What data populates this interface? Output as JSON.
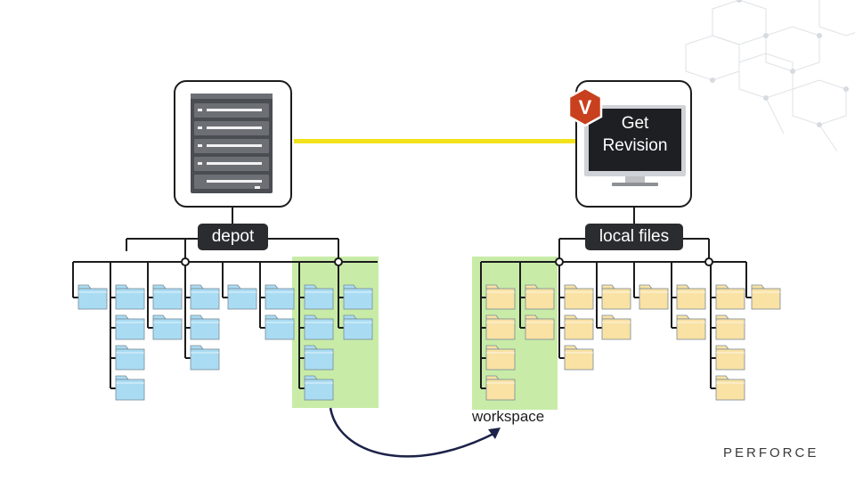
{
  "diagram": {
    "server_label": "depot",
    "client_label": "local files",
    "client_screen_text_line1": "Get",
    "client_screen_text_line2": "Revision",
    "client_logo_letter": "V",
    "workspace_label": "workspace",
    "brand": "PERFORCE"
  },
  "colors": {
    "connector": "#f2e21c",
    "highlight": "#c8eca8",
    "depot_folder": "#a9dcf3",
    "local_folder": "#f9e2a4",
    "pill": "#2b2c30",
    "logo": "#c8401e",
    "arrow": "#1c2248"
  },
  "icons": [
    "server-icon",
    "monitor-icon",
    "logo-icon",
    "folder-icon",
    "curved-arrow-icon",
    "hexagon-pattern"
  ]
}
